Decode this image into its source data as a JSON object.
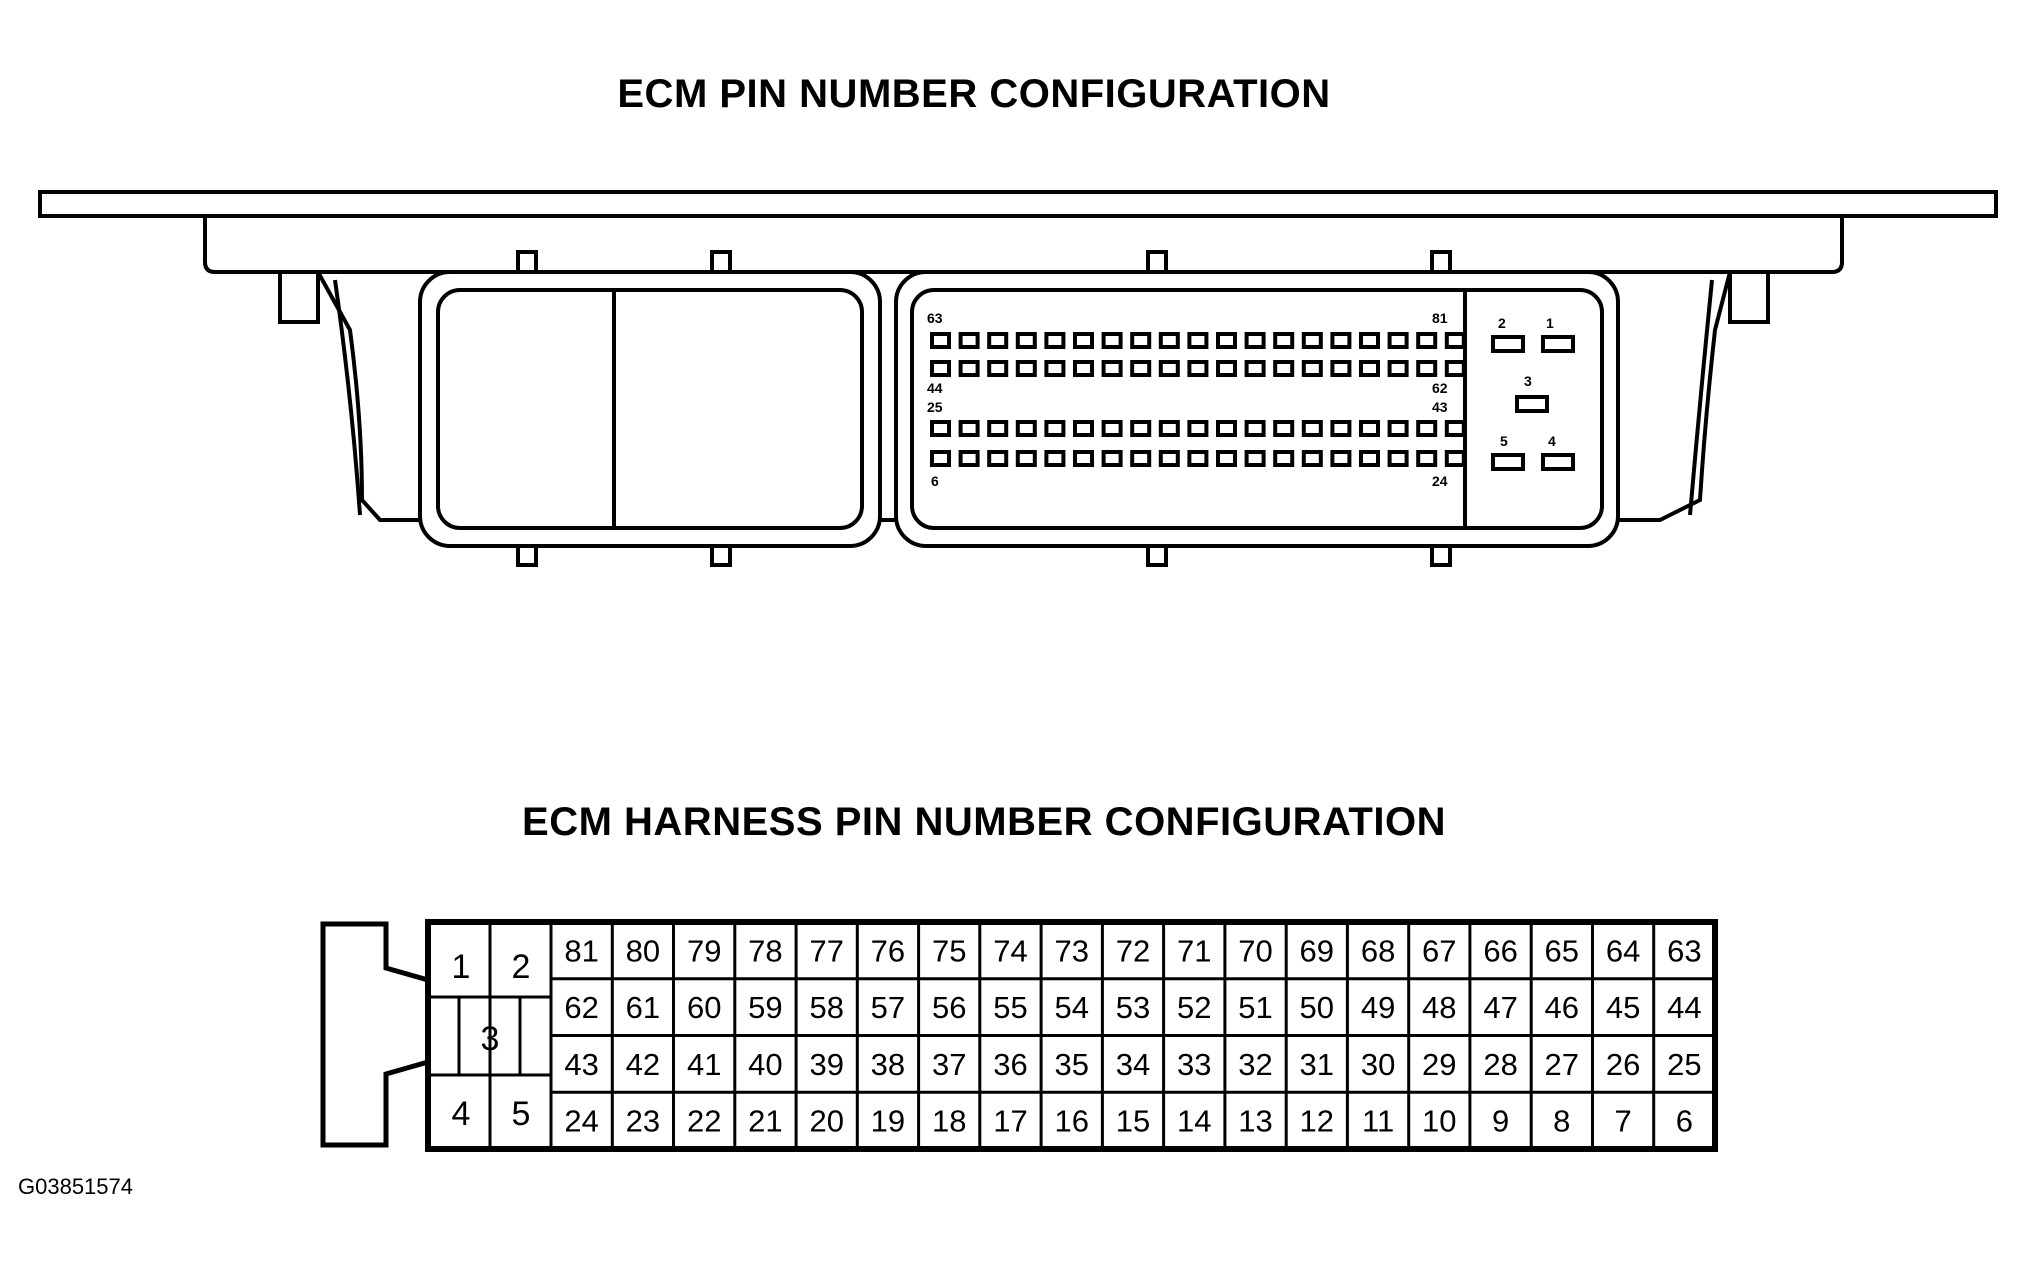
{
  "titles": {
    "ecm": "ECM PIN NUMBER CONFIGURATION",
    "harness": "ECM HARNESS PIN NUMBER CONFIGURATION"
  },
  "figure_id": "G03851574",
  "ecm_labels": {
    "row1_start": "63",
    "row1_end": "81",
    "row2_start": "44",
    "row2_end": "62",
    "row3_start": "25",
    "row3_end": "43",
    "row4_start": "6",
    "row4_end": "24",
    "power": [
      "1",
      "2",
      "3",
      "4",
      "5"
    ]
  },
  "harness": {
    "left_pins": [
      "1",
      "2",
      "3",
      "4",
      "5"
    ],
    "rows": [
      [
        "81",
        "80",
        "79",
        "78",
        "77",
        "76",
        "75",
        "74",
        "73",
        "72",
        "71",
        "70",
        "69",
        "68",
        "67",
        "66",
        "65",
        "64",
        "63"
      ],
      [
        "62",
        "61",
        "60",
        "59",
        "58",
        "57",
        "56",
        "55",
        "54",
        "53",
        "52",
        "51",
        "50",
        "49",
        "48",
        "47",
        "46",
        "45",
        "44"
      ],
      [
        "43",
        "42",
        "41",
        "40",
        "39",
        "38",
        "37",
        "36",
        "35",
        "34",
        "33",
        "32",
        "31",
        "30",
        "29",
        "28",
        "27",
        "26",
        "25"
      ],
      [
        "24",
        "23",
        "22",
        "21",
        "20",
        "19",
        "18",
        "17",
        "16",
        "15",
        "14",
        "13",
        "12",
        "11",
        "10",
        "9",
        "8",
        "7",
        "6"
      ]
    ]
  }
}
